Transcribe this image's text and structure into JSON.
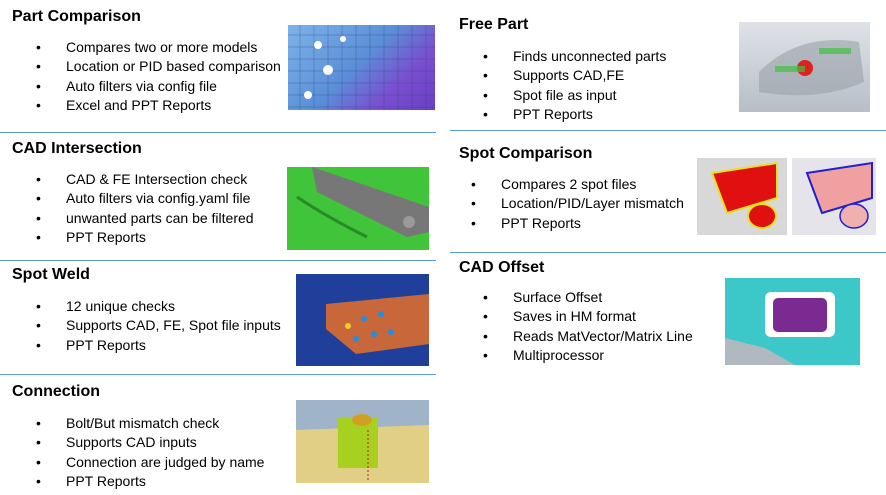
{
  "left": [
    {
      "title": "Part Comparison",
      "bullets": [
        "Compares two or more models",
        "Location or PID based comparison",
        "Auto filters via config file",
        "Excel and PPT Reports"
      ]
    },
    {
      "title": "CAD Intersection",
      "bullets": [
        "CAD & FE Intersection check",
        "Auto filters via config.yaml file",
        "unwanted parts can be filtered",
        "PPT Reports"
      ]
    },
    {
      "title": "Spot Weld",
      "bullets": [
        "12 unique checks",
        "Supports  CAD, FE, Spot file inputs",
        "PPT Reports"
      ]
    },
    {
      "title": "Connection",
      "bullets": [
        "Bolt/But mismatch check",
        "Supports  CAD inputs",
        "Connection are judged by name",
        "PPT Reports"
      ]
    }
  ],
  "right": [
    {
      "title": "Free Part",
      "bullets": [
        "Finds unconnected parts",
        "Supports CAD,FE",
        "Spot file as input",
        "PPT Reports"
      ]
    },
    {
      "title": "Spot Comparison",
      "bullets": [
        "Compares 2 spot files",
        "Location/PID/Layer mismatch",
        "PPT Reports"
      ]
    },
    {
      "title": "CAD Offset",
      "bullets": [
        "Surface Offset",
        "Saves in HM format",
        "Reads MatVector/Matrix Line",
        "Multiprocessor"
      ]
    }
  ],
  "colors": {
    "divider": "#5b9bd5"
  }
}
